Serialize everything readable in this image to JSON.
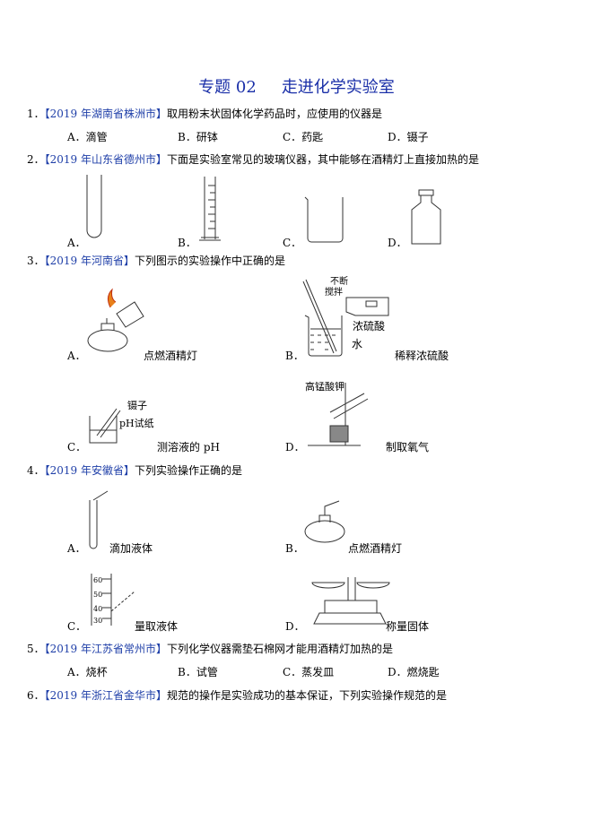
{
  "title": {
    "part1": "专题 02",
    "part2": "走进化学实验室"
  },
  "questions": [
    {
      "num": "1．",
      "source": "【2019 年湖南省株洲市】",
      "stem": "取用粉末状固体化学药品时，应使用的仪器是",
      "options": [
        "A．滴管",
        "B．研钵",
        "C．药匙",
        "D．镊子"
      ]
    },
    {
      "num": "2．",
      "source": "【2019 年山东省德州市】",
      "stem": "下面是实验室常见的玻璃仪器，其中能够在酒精灯上直接加热的是",
      "options": [
        "A．",
        "B．",
        "C．",
        "D．"
      ]
    },
    {
      "num": "3．",
      "source": "【2019 年河南省】",
      "stem": "下列图示的实验操作中正确的是",
      "options": [
        "A．",
        "B．",
        "C．",
        "D．"
      ],
      "captions": [
        "点燃酒精灯",
        "稀释浓硫酸",
        "测溶液的 pH",
        "制取氧气"
      ],
      "figure_labels": {
        "stir": "不断",
        "stir2": "搅拌",
        "acid": "浓硫酸",
        "water": "水",
        "tweezers": "镊子",
        "ph_paper": "pH试纸",
        "kmno4": "高锰酸钾"
      }
    },
    {
      "num": "4．",
      "source": "【2019 年安徽省】",
      "stem": "下列实验操作正确的是",
      "options": [
        "A．",
        "B．",
        "C．",
        "D．"
      ],
      "captions": [
        "滴加液体",
        "点燃酒精灯",
        "量取液体",
        "称量固体"
      ],
      "cylinder_ticks": [
        "60",
        "50",
        "40",
        "30"
      ]
    },
    {
      "num": "5．",
      "source": "【2019 年江苏省常州市】",
      "stem": "下列化学仪器需垫石棉网才能用酒精灯加热的是",
      "options": [
        "A．烧杯",
        "B．试管",
        "C．蒸发皿",
        "D．燃烧匙"
      ]
    },
    {
      "num": "6．",
      "source": "【2019 年浙江省金华市】",
      "stem": "规范的操作是实验成功的基本保证，下列实验操作规范的是"
    }
  ]
}
